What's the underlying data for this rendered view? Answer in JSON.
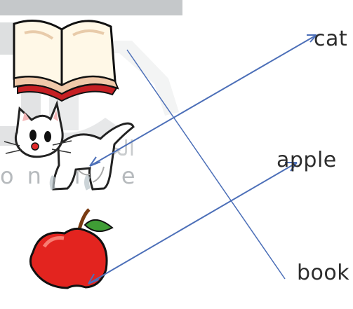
{
  "words": {
    "cat": "cat",
    "apple": "apple",
    "book": "book"
  },
  "watermark": {
    "arabic_text": "الحلول",
    "latin_text": "online",
    "color": "#9ea3a7"
  },
  "colors": {
    "line": "#4c6fb8",
    "apple_red": "#e3241f",
    "leaf_green": "#3f9d35",
    "book_red": "#c61f23"
  },
  "icons": [
    "book-icon",
    "cat-icon",
    "apple-icon"
  ]
}
